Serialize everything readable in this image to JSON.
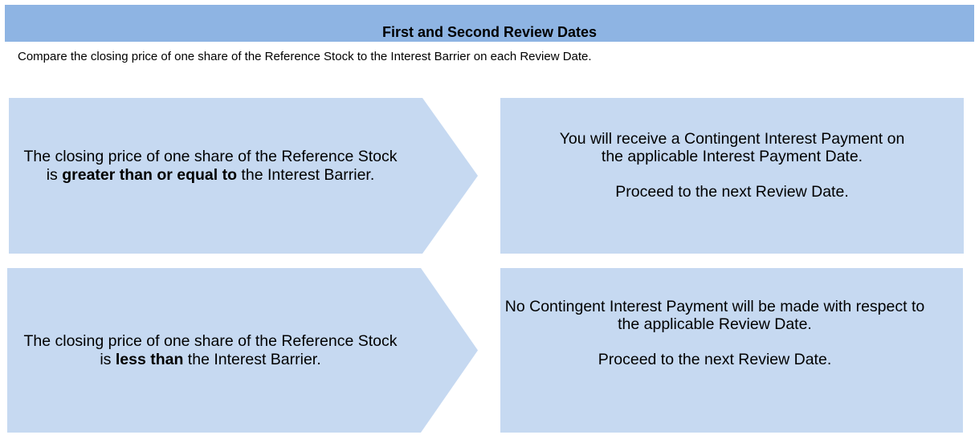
{
  "header": {
    "title": "First and Second Review Dates",
    "color": "#8eb4e3"
  },
  "subtitle": "Compare the closing price of one share of the Reference Stock to the Interest Barrier on each Review Date.",
  "box_color": "#c6d9f1",
  "rows": [
    {
      "condition": {
        "before": "The closing price of one share of the Reference Stock is ",
        "bold": "greater than or equal to",
        "after": " the Interest Barrier."
      },
      "outcome": {
        "line1": "You will receive a Contingent Interest Payment on the applicable Interest Payment Date.",
        "line2": "Proceed to the next Review Date."
      }
    },
    {
      "condition": {
        "before": "The closing price of one share of the Reference Stock is ",
        "bold": "less than",
        "after": " the Interest Barrier."
      },
      "outcome": {
        "line1": "No Contingent Interest Payment will be made with respect to the applicable Review Date.",
        "line2": "Proceed to the next Review Date."
      }
    }
  ]
}
